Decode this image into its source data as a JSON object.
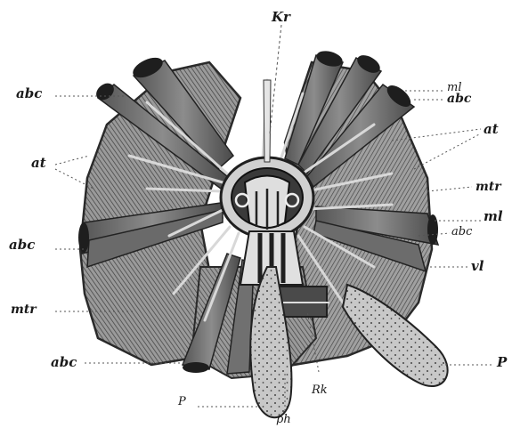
{
  "figure": {
    "labels": {
      "kr": "Kr",
      "abc_top_left": "abc",
      "at_left": "at",
      "abc_mid_left": "abc",
      "mtr_left": "mtr",
      "abc_bottom_left": "abc",
      "p_bottom": "P",
      "ph": "ph",
      "rk": "Rk",
      "ml_top_right": "ml",
      "abc_top_right": "abc",
      "at_right": "at",
      "mtr_right": "mtr",
      "ml_mid_right": "ml",
      "abc_mid_right": "abc",
      "vl": "vl",
      "p_right": "P"
    },
    "colors": {
      "ink": "#1a1a1a",
      "tissue_dark": "#3a3a3a",
      "tissue_mid": "#7a7a7a",
      "tissue_light": "#bdbdbd",
      "paper": "#ffffff"
    }
  }
}
